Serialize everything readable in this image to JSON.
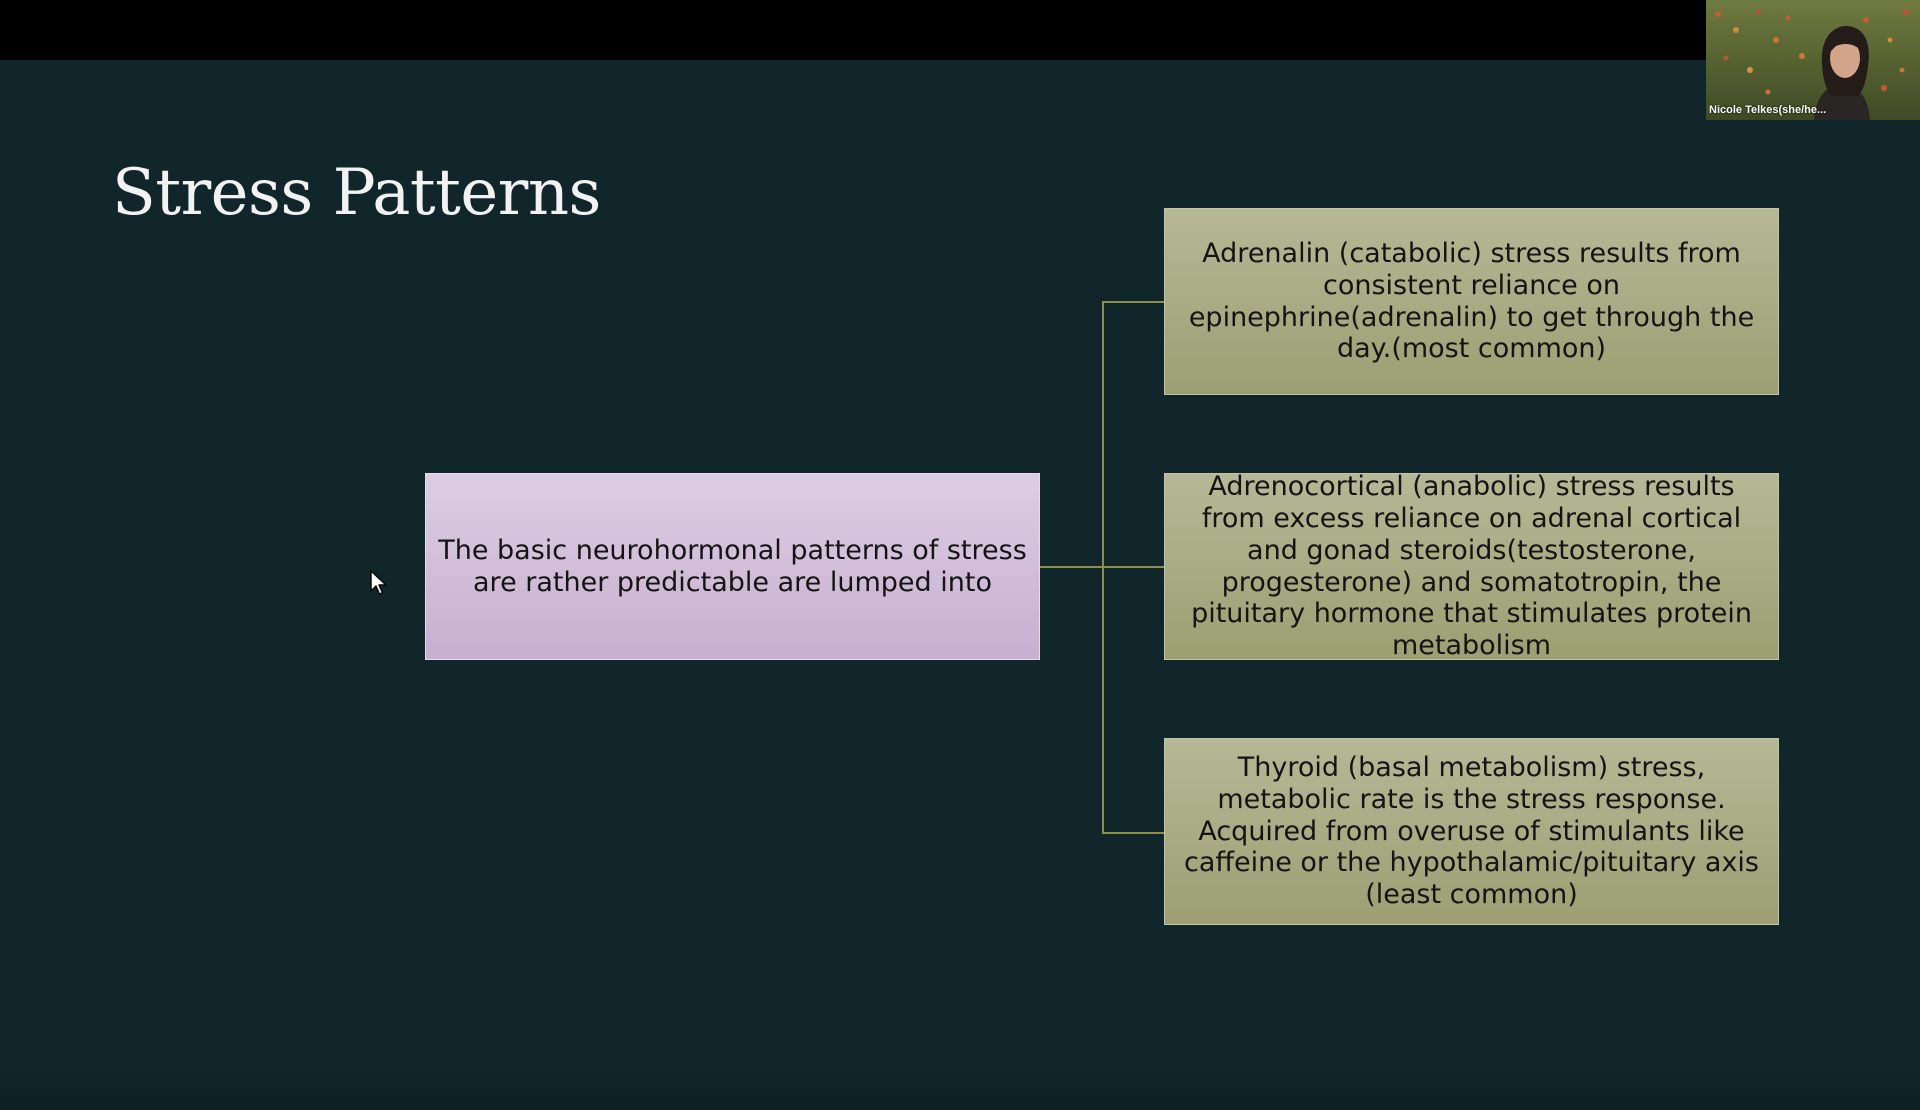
{
  "slide": {
    "title": "Stress Patterns",
    "main_box": {
      "text": "The basic neurohormonal patterns of stress are rather predictable are lumped into"
    },
    "items": [
      {
        "text": "Adrenalin (catabolic) stress results from consistent reliance on epinephrine(adrenalin) to get through the day.(most common)"
      },
      {
        "text": "Adrenocortical (anabolic) stress results from excess reliance on adrenal cortical and gonad steroids(testosterone, progesterone) and somatotropin, the pituitary hormone that stimulates protein metabolism"
      },
      {
        "text": "Thyroid (basal metabolism) stress, metabolic rate is the stress response. Acquired from overuse of stimulants like caffeine or the hypothalamic/pituitary axis (least common)"
      }
    ]
  },
  "participant_video": {
    "name": "Nicole Telkes(she/he..."
  },
  "colors": {
    "slide_background": "#10262a",
    "main_box": "#c7afcf",
    "item_box": "#9c9f72",
    "connector": "#8b8f4a"
  }
}
